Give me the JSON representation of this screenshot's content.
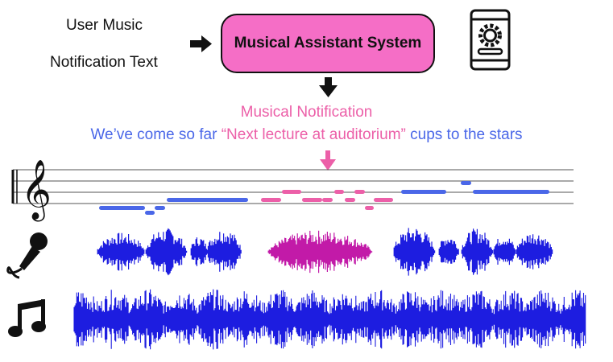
{
  "inputs": {
    "user_music": "User Music",
    "notification_text": "Notification Text"
  },
  "system": {
    "title": "Musical Assistant System"
  },
  "output": {
    "title": "Musical Notification",
    "line_left": "We’ve come so far ",
    "line_middle": "“Next lecture at auditorium”",
    "line_right": "  cups to the stars"
  },
  "icons": {
    "phone": "phone-settings-icon",
    "treble_clef": "treble-clef-icon",
    "microphone": "microphone-icon",
    "music_note": "music-note-icon"
  },
  "colors": {
    "box": "#f56ec6",
    "pink": "#ec5fa8",
    "magenta_wave": "#c21aa8",
    "blue": "#4a67e8",
    "wave_blue": "#1d1de0"
  }
}
